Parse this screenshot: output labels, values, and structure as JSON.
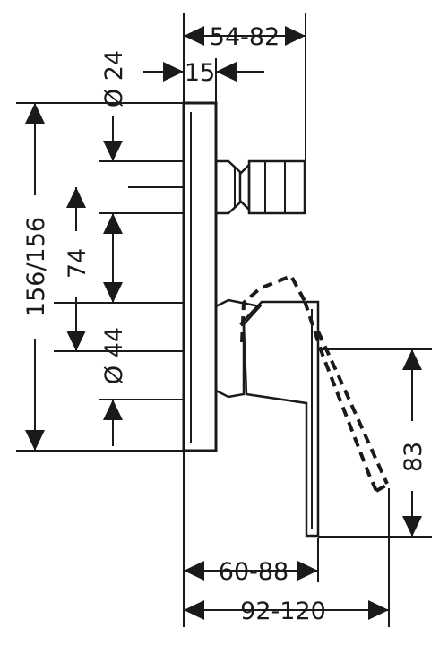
{
  "dimensions": {
    "top_depth": "54-82",
    "plate_thickness": "15",
    "upper_diameter": "Ø 24",
    "total_height": "156/156",
    "outlet_spacing": "74",
    "lower_diameter": "Ø 44",
    "lever_swing": "83",
    "lever_depth": "60-88",
    "total_depth": "92-120"
  }
}
